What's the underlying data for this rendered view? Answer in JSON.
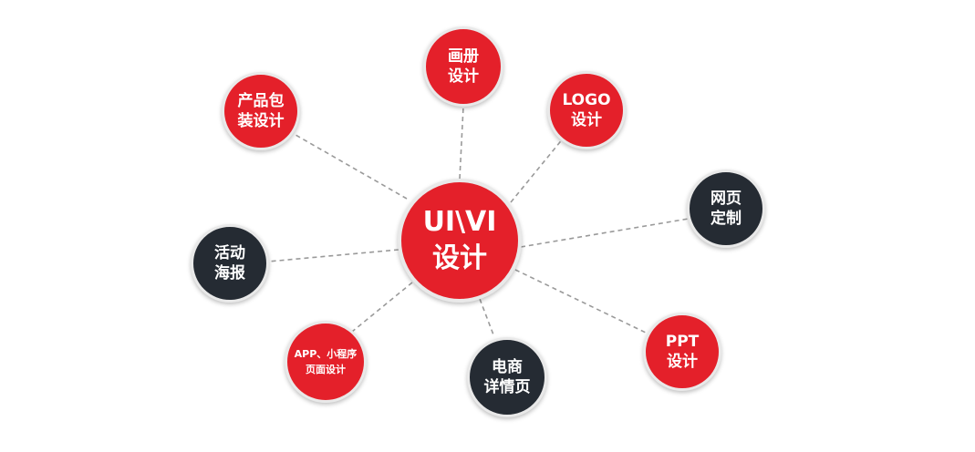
{
  "diagram": {
    "center": {
      "label": "UI\\VI\n设计",
      "color": "#e4202a"
    },
    "nodes": {
      "album": {
        "label": "画册\n设计",
        "color": "#e4202a"
      },
      "logo": {
        "label": "LOGO\n设计",
        "color": "#e4202a"
      },
      "package": {
        "label": "产品包\n装设计",
        "color": "#e4202a"
      },
      "web": {
        "label": "网页\n定制",
        "color": "#252b33"
      },
      "event": {
        "label": "活动\n海报",
        "color": "#252b33"
      },
      "ppt": {
        "label": "PPT\n设计",
        "color": "#e4202a"
      },
      "app": {
        "label": "APP、小程序\n页面设计",
        "color": "#e4202a"
      },
      "ecom": {
        "label": "电商\n详情页",
        "color": "#252b33"
      }
    },
    "connector_style": "dashed",
    "connector_color": "#9a9a9a"
  }
}
